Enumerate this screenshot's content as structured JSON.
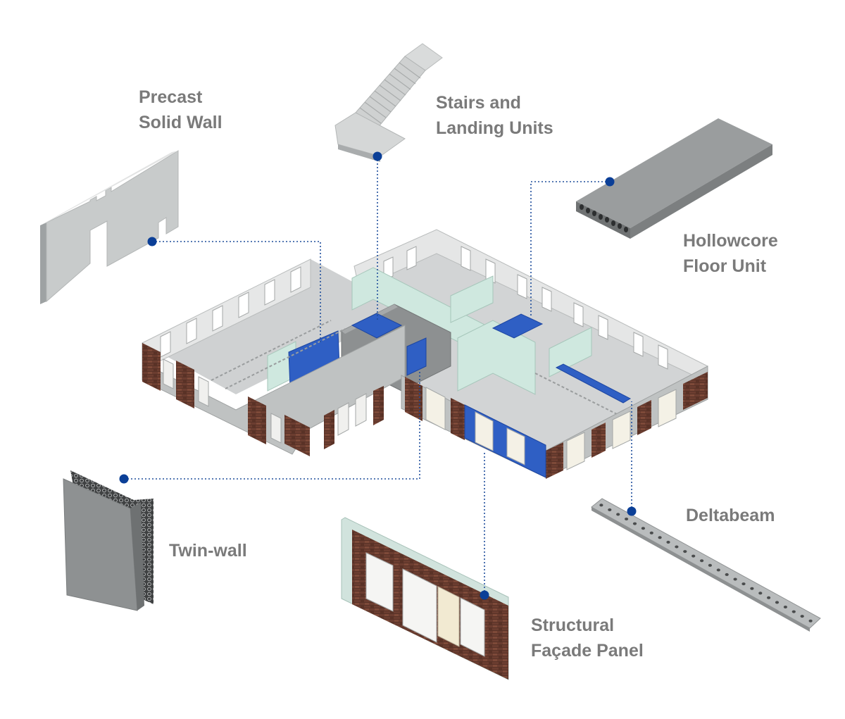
{
  "labels": {
    "precast_solid_wall": {
      "line1": "Precast",
      "line2": "Solid Wall"
    },
    "stairs_landing": {
      "line1": "Stairs and",
      "line2": "Landing Units"
    },
    "hollowcore": {
      "line1": "Hollowcore",
      "line2": "Floor Unit"
    },
    "deltabeam": {
      "line1": "Deltabeam"
    },
    "twin_wall": {
      "line1": "Twin-wall"
    },
    "structural_facade": {
      "line1": "Structural",
      "line2": "Façade Panel"
    }
  },
  "colors": {
    "label_text": "#7a7a7a",
    "leader_line": "#1f4e9c",
    "marker_dot": "#0b3f97",
    "highlight_blue": "#2f5fc4",
    "concrete_light": "#d3d5d5",
    "concrete_mid": "#b7b9ba",
    "concrete_dark": "#8d9091",
    "brick": "#6b3d30",
    "mint_wall": "#cfe8df"
  }
}
